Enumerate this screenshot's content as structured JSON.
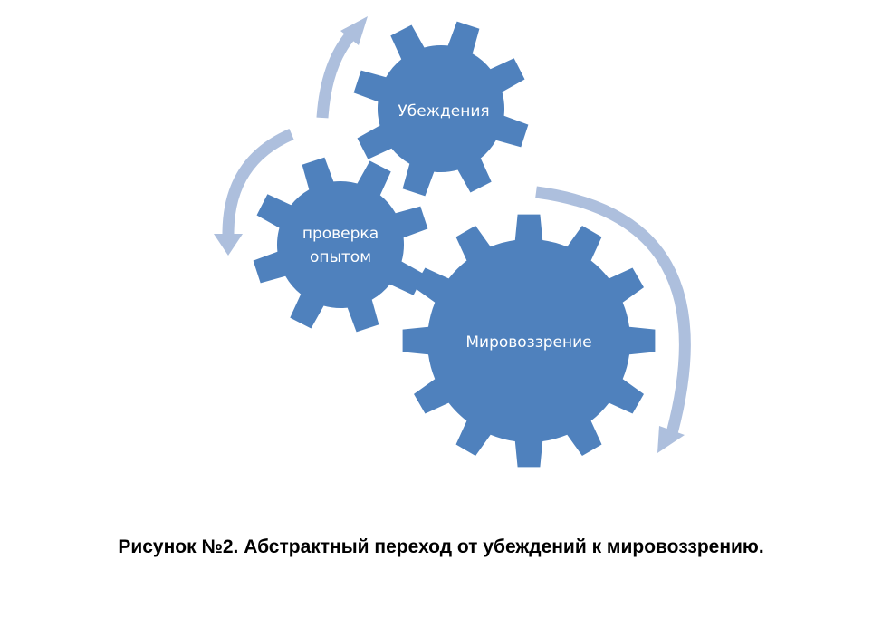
{
  "gears": {
    "beliefs": "Убеждения",
    "verification_line1": "проверка",
    "verification_line2": "опытом",
    "worldview": "Мировоззрение"
  },
  "colors": {
    "gear": "#4f81bd",
    "arrow": "#adbfdd",
    "label": "#ffffff"
  },
  "caption": "Рисунок №2. Абстрактный переход от убеждений к мировоззрению."
}
